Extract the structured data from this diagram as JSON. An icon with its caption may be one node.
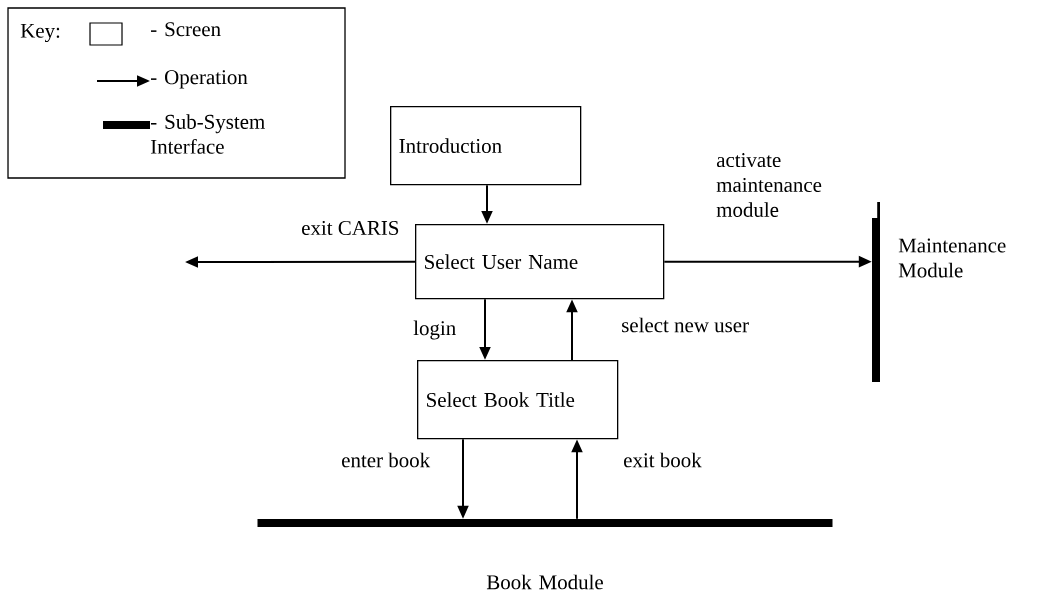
{
  "diagram": {
    "nodes": [
      {
        "text": [
          "Introduction"
        ]
      },
      {
        "text": [
          "Select User Name"
        ]
      },
      {
        "text": [
          "Select Book Title"
        ]
      },
      {
        "text": [
          "Maintenance Module"
        ]
      },
      {
        "text": [
          "Book Module"
        ]
      }
    ],
    "edges": [
      {
        "from": 0,
        "to": 1,
        "arrow": "to"
      },
      {
        "from": 1,
        "to": null,
        "arrow": "to",
        "label": "exit CARIS"
      },
      {
        "from": 1,
        "to": 3,
        "arrow": "to",
        "label": "activate maintenance module"
      },
      {
        "from": 1,
        "to": 2,
        "arrow": "to",
        "label": "login"
      },
      {
        "from": 2,
        "to": 1,
        "arrow": "to",
        "label": "select new user"
      },
      {
        "from": 2,
        "to": 4,
        "arrow": "to",
        "label": "enter book"
      },
      {
        "from": 4,
        "to": 2,
        "arrow": "to",
        "label": "exit book"
      }
    ],
    "labels": [
      "Key:"
    ],
    "legend": [
      {
        "text": "- Screen"
      },
      {
        "text": "- Operation"
      },
      {
        "text": "- Sub-System Interface"
      }
    ]
  }
}
